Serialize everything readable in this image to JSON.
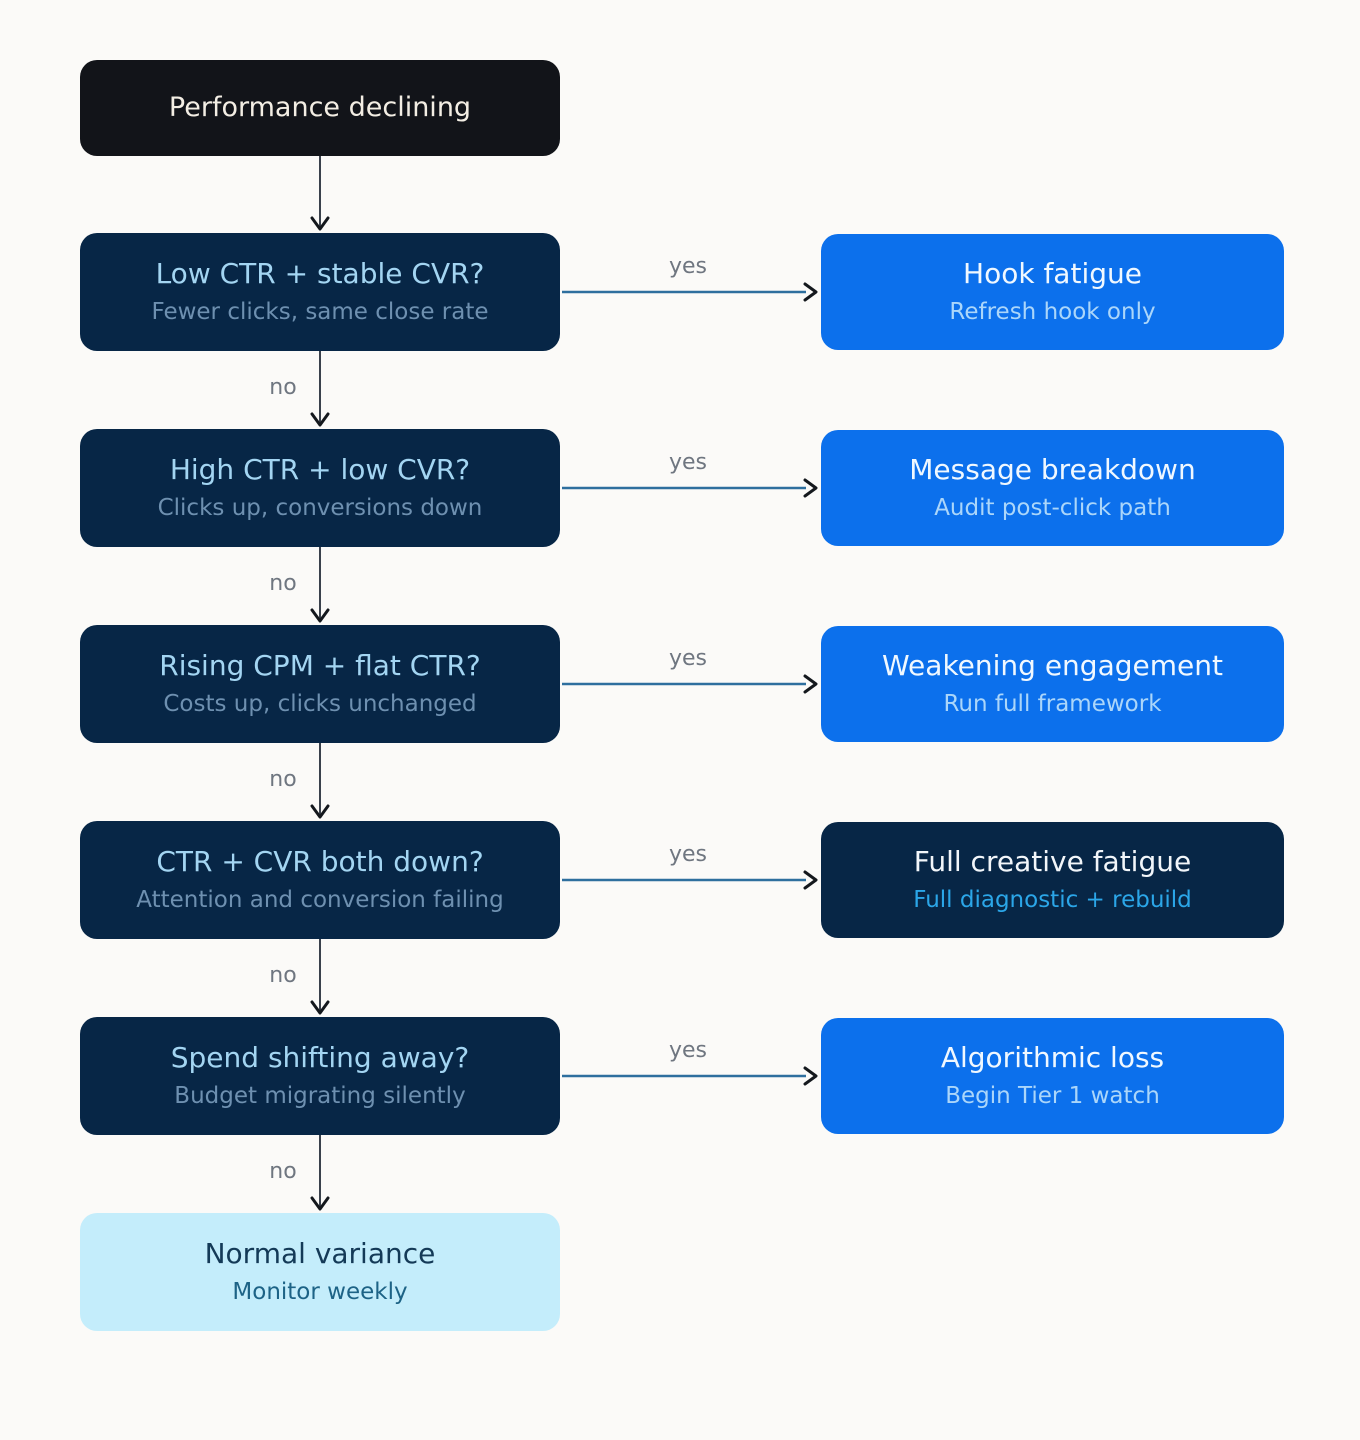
{
  "flow": {
    "root": {
      "title": "Performance declining"
    },
    "labels": {
      "yes": "yes",
      "no": "no"
    },
    "rows": [
      {
        "question": {
          "title": "Low CTR + stable CVR?",
          "subtitle": "Fewer clicks, same close rate"
        },
        "action": {
          "title": "Hook fatigue",
          "subtitle": "Refresh hook only",
          "variant": "primary"
        }
      },
      {
        "question": {
          "title": "High CTR + low CVR?",
          "subtitle": "Clicks up, conversions down"
        },
        "action": {
          "title": "Message breakdown",
          "subtitle": "Audit post-click path",
          "variant": "primary"
        }
      },
      {
        "question": {
          "title": "Rising CPM + flat CTR?",
          "subtitle": "Costs up, clicks unchanged"
        },
        "action": {
          "title": "Weakening engagement",
          "subtitle": "Run full framework",
          "variant": "primary"
        }
      },
      {
        "question": {
          "title": "CTR + CVR both down?",
          "subtitle": "Attention and conversion failing"
        },
        "action": {
          "title": "Full creative fatigue",
          "subtitle": "Full diagnostic + rebuild",
          "variant": "dark"
        }
      },
      {
        "question": {
          "title": "Spend shifting away?",
          "subtitle": "Budget migrating silently"
        },
        "action": {
          "title": "Algorithmic loss",
          "subtitle": "Begin Tier 1 watch",
          "variant": "primary"
        }
      }
    ],
    "terminal": {
      "title": "Normal variance",
      "subtitle": "Monitor weekly"
    }
  },
  "colors": {
    "bg": "#fbfaf8",
    "root-bg": "#121419",
    "root-text": "#f3eee4",
    "question-bg": "#072646",
    "question-title": "#a3d5f2",
    "question-sub": "#6e90b0",
    "action-bg": "#0c70ec",
    "action-title": "#f0f8ff",
    "action-sub": "#abd6fa",
    "dark-action-sub": "#2ba6e8",
    "dark-action-title": "#f2f6fa",
    "terminal-bg": "#c4edfb",
    "terminal-title": "#143a57",
    "terminal-sub": "#1d6386",
    "edge-label": "#6f7680",
    "h-line": "#2e6f9e",
    "v-line": "#3a414c",
    "arrowhead": "#14181d"
  }
}
